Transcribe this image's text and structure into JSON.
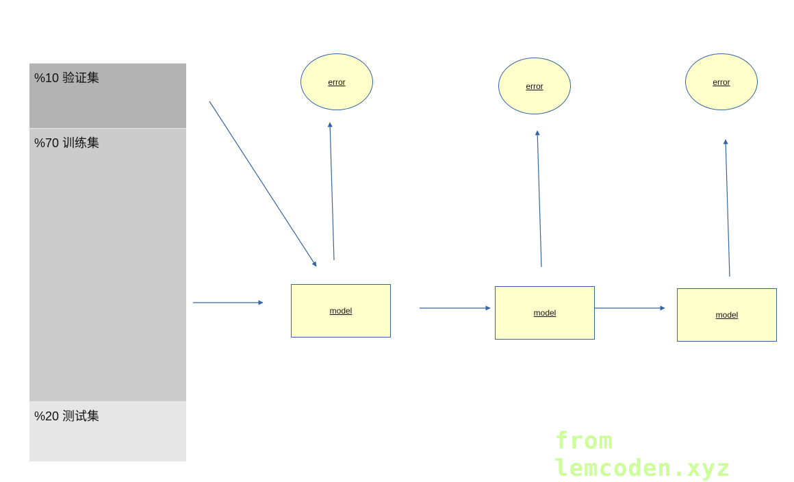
{
  "dataset": {
    "segments": [
      {
        "id": "seg-val",
        "label": "%10  验证集",
        "color": "#b3b3b3"
      },
      {
        "id": "seg-train",
        "label": "%70 训练集",
        "color": "#cccccc"
      },
      {
        "id": "seg-test",
        "label": "%20  测试集",
        "color": "#e6e6e6"
      }
    ]
  },
  "nodes": {
    "models": [
      {
        "label": "model"
      },
      {
        "label": "model"
      },
      {
        "label": "model"
      }
    ],
    "errors": [
      {
        "label": "error"
      },
      {
        "label": "error"
      },
      {
        "label": "error"
      }
    ],
    "fill": "#ffffcc",
    "stroke": "#3465a4"
  },
  "watermark": {
    "text": "from lemcoden.xyz",
    "color": "#ccff99"
  }
}
